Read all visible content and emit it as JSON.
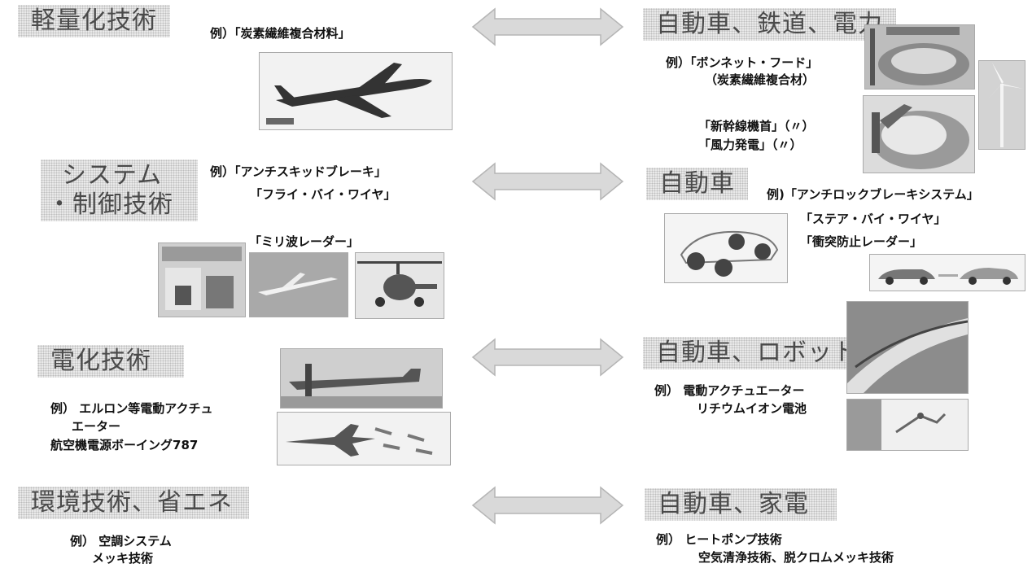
{
  "rows": [
    {
      "left_heading": "軽量化技術",
      "left_example": "例）「炭素繊維複合材料」",
      "right_heading": "自動車、鉄道、電力",
      "right_example_lines": [
        "例）「ボンネット・フード」",
        "（炭素繊維複合材）"
      ],
      "right_extra_lines": [
        "「新幹線機首」（〃）",
        "「風力発電」（〃）"
      ]
    },
    {
      "left_heading_lines": [
        "システム",
        "・制御技術"
      ],
      "left_example_lines": [
        "例）「アンチスキッドブレーキ」",
        "「フライ・バイ・ワイヤ」"
      ],
      "left_example_extra": "「ミリ波レーダー」",
      "right_heading": "自動車",
      "right_example_lines": [
        "例)「アンチロックブレーキシステム」",
        "「ステア・バイ・ワイヤ」",
        "「衝突防止レーダー」"
      ]
    },
    {
      "left_heading": "電化技術",
      "left_example_lines": [
        "例） エルロン等電動アクチュ",
        "エーター",
        "航空機電源ボーイング787"
      ],
      "right_heading": "自動車、ロボット",
      "right_example_lines": [
        "例） 電動アクチュエーター",
        "リチウムイオン電池"
      ]
    },
    {
      "left_heading": "環境技術、省エネ",
      "left_example_lines": [
        "例） 空調システム",
        "メッキ技術"
      ],
      "right_heading": "自動車、家電",
      "right_example_lines": [
        "例） ヒートポンプ技術",
        "空気清浄技術、脱クロムメッキ技術"
      ]
    }
  ],
  "colors": {
    "heading_bg": "#e9e9e9",
    "heading_text": "#4a4a4a",
    "arrow_fill": "#d9d9d9",
    "arrow_stroke": "#b5b5b5"
  },
  "icons": [
    "double-arrow-icon"
  ]
}
